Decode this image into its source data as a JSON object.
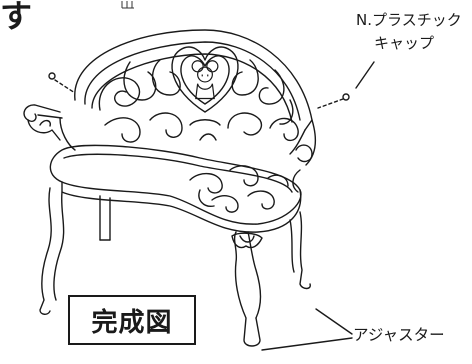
{
  "header_fragment": "す",
  "callouts": {
    "cap_line1": "N.プラスチック",
    "cap_line2": "キャップ",
    "adjuster": "アジャスター"
  },
  "caption_box": "完成図",
  "icons": [
    "bench-illustration",
    "mickey-emblem-icon"
  ]
}
